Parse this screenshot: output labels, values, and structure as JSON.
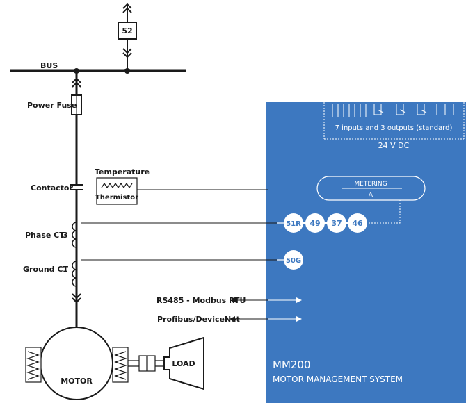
{
  "diagram": {
    "breaker": "52",
    "bus": "BUS",
    "power_fuse": "Power Fuse",
    "contactor": "Contactor",
    "temperature": "Temperature",
    "thermistor": "Thermistor",
    "phase_ct": "Phase CT",
    "phase_ct_count": "3",
    "ground_ct": "Ground CT",
    "ground_ct_count": "1",
    "rs485": "RS485 - Modbus RTU",
    "profibus": "Profibus/DeviceNet",
    "motor": "MOTOR",
    "load": "LOAD",
    "io_text": "7 inputs and 3 outputs (standard)",
    "dc_text": "24 V DC",
    "metering_title": "METERING",
    "metering_value": "A",
    "functions": [
      "51R",
      "49",
      "37",
      "46"
    ],
    "ground_function": "50G",
    "product_name": "MM200",
    "product_desc": "MOTOR MANAGEMENT SYSTEM"
  },
  "colors": {
    "panel_blue": "#3d78c0",
    "line": "#1a1a1a",
    "white": "#ffffff"
  }
}
